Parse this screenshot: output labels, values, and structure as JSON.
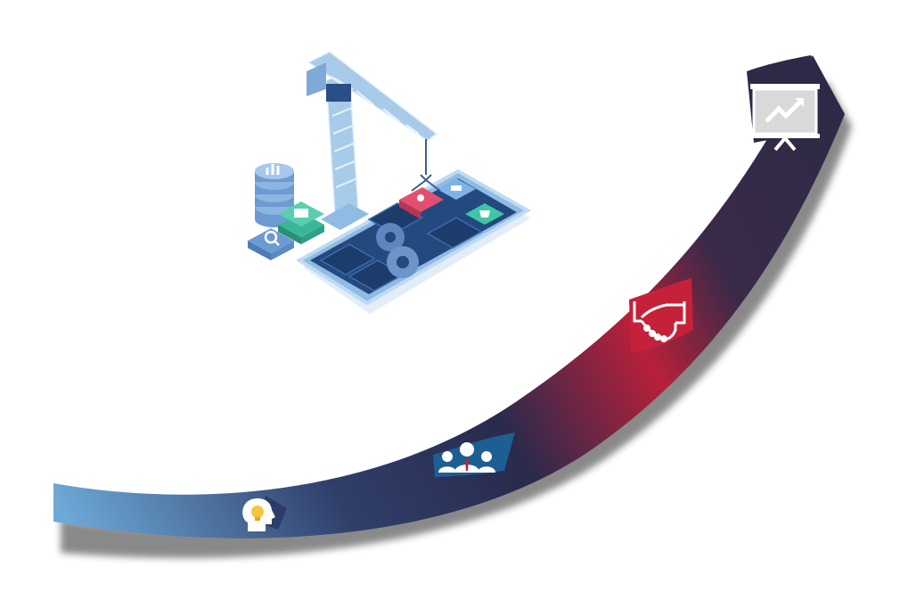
{
  "stages": [
    {
      "id": "idea",
      "icon": "lightbulb-head-icon",
      "color": "#6aa7d6"
    },
    {
      "id": "team",
      "icon": "team-people-icon",
      "color": "#1f5f92"
    },
    {
      "id": "partnership",
      "icon": "handshake-icon",
      "color": "#c6213a"
    },
    {
      "id": "growth",
      "icon": "presentation-chart-icon",
      "color": "#2e2a4a"
    }
  ],
  "illustration": {
    "icon": "app-construction-crane-icon"
  },
  "colors": {
    "curve_start": "#6aa7d6",
    "curve_mid": "#2a3a64",
    "curve_red": "#c6213a",
    "curve_end": "#2e2a48",
    "shadow": "#333333"
  }
}
